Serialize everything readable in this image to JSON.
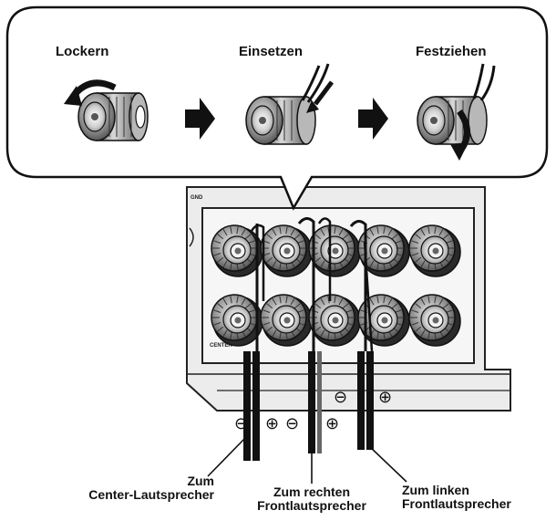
{
  "steps": [
    {
      "label": "Lockern"
    },
    {
      "label": "Einsetzen"
    },
    {
      "label": "Festziehen"
    }
  ],
  "terminals": {
    "top_left_label": "GND",
    "bottom_left_label": "CENTER"
  },
  "polarity": {
    "minus": "⊖",
    "plus": "⊕"
  },
  "callouts": {
    "center": {
      "line1": "Zum",
      "line2": "Center-Lautsprecher"
    },
    "right": {
      "line1": "Zum rechten",
      "line2": "Frontlautsprecher"
    },
    "left": {
      "line1": "Zum linken",
      "line2": "Frontlautsprecher"
    }
  }
}
